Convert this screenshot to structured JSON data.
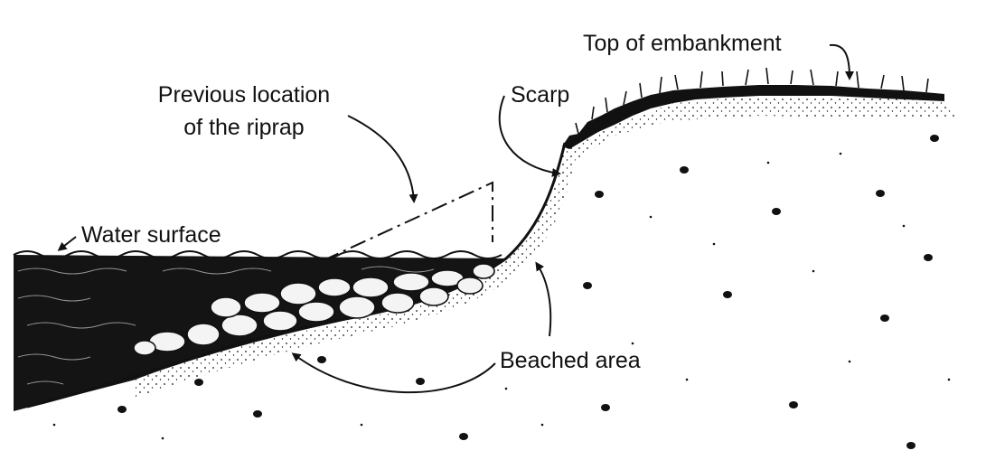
{
  "labels": {
    "top_of_embankment": "Top of embankment",
    "previous_location_line1": "Previous location",
    "previous_location_line2": "of the riprap",
    "scarp": "Scarp",
    "water_surface": "Water surface",
    "beached_area": "Beached area"
  },
  "colors": {
    "ink": "#111111",
    "soil": "#ffffff",
    "riprap_fill": "#f4f4f4"
  }
}
